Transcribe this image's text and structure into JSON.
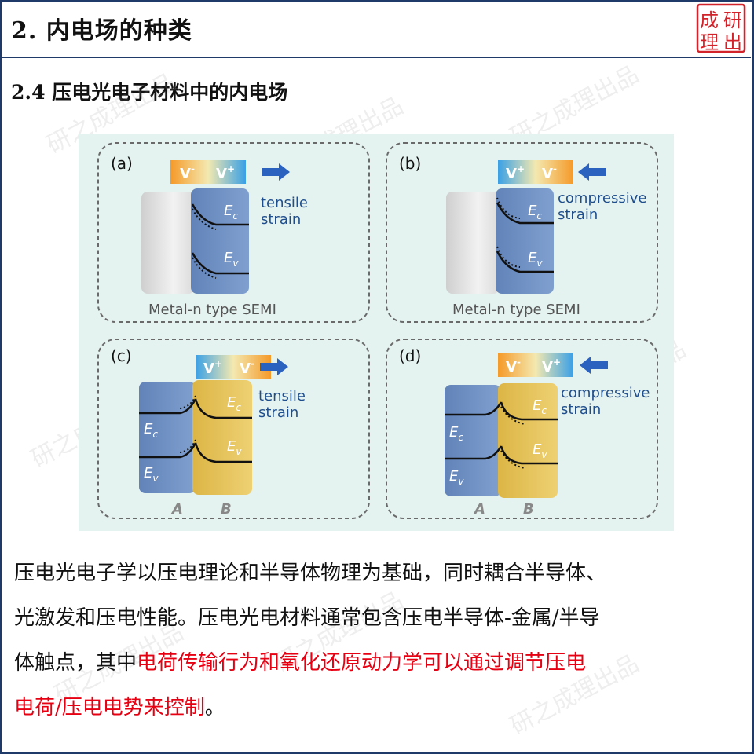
{
  "header": {
    "title": "2. 内电场的种类"
  },
  "logo": {
    "chars": [
      "成",
      "研",
      "理",
      "出"
    ],
    "color": "#d2232a"
  },
  "section": {
    "title": "2.4 压电光电子材料中的内电场"
  },
  "figure": {
    "panels": [
      {
        "tag": "(a)",
        "left_sign": "V",
        "left_sup": "-",
        "right_sign": "V",
        "right_sup": "+",
        "arrow": "right",
        "strain": [
          "tensile",
          "strain"
        ],
        "ec": "E",
        "ec_sub": "c",
        "ev": "E",
        "ev_sub": "v",
        "caption": "Metal-n type SEMI"
      },
      {
        "tag": "(b)",
        "left_sign": "V",
        "left_sup": "+",
        "right_sign": "V",
        "right_sup": "-",
        "arrow": "left",
        "strain": [
          "compressive",
          "strain"
        ],
        "ec": "E",
        "ec_sub": "c",
        "ev": "E",
        "ev_sub": "v",
        "caption": "Metal-n type SEMI"
      },
      {
        "tag": "(c)",
        "left_sign": "V",
        "left_sup": "+",
        "right_sign": "V",
        "right_sup": "-",
        "arrow": "right",
        "strain": [
          "tensile",
          "strain"
        ],
        "ec": "E",
        "ec_sub": "c",
        "ev": "E",
        "ev_sub": "v",
        "label_a": "A",
        "label_b": "B"
      },
      {
        "tag": "(d)",
        "left_sign": "V",
        "left_sup": "-",
        "right_sign": "V",
        "right_sup": "+",
        "arrow": "left",
        "strain": [
          "compressive",
          "strain"
        ],
        "ec": "E",
        "ec_sub": "c",
        "ev": "E",
        "ev_sub": "v",
        "label_a": "A",
        "label_b": "B"
      }
    ],
    "colors": {
      "background": "#e4f2f0",
      "metal": "#e3e3e3",
      "semi_blue": "#6f8fc1",
      "semi_yellow": "#e8c85a",
      "text_blue": "#1f4e8c",
      "arrow": "#2b62c0",
      "grad_orange": "#f59a28",
      "grad_blue": "#3aa0e6"
    }
  },
  "body": {
    "line1": "压电光电子学以压电理论和半导体物理为基础，同时耦合半导体、",
    "line2": "光激发和压电性能。压电光电材料通常包含压电半导体-金属/半导",
    "line3_plain": "体触点，其中",
    "line3_red": "电荷传输行为和氧化还原动力学可以通过调节压电",
    "line4_red": "电荷/压电电势来控制",
    "line4_end": "。"
  },
  "watermark": {
    "text": "研之成理出品"
  }
}
